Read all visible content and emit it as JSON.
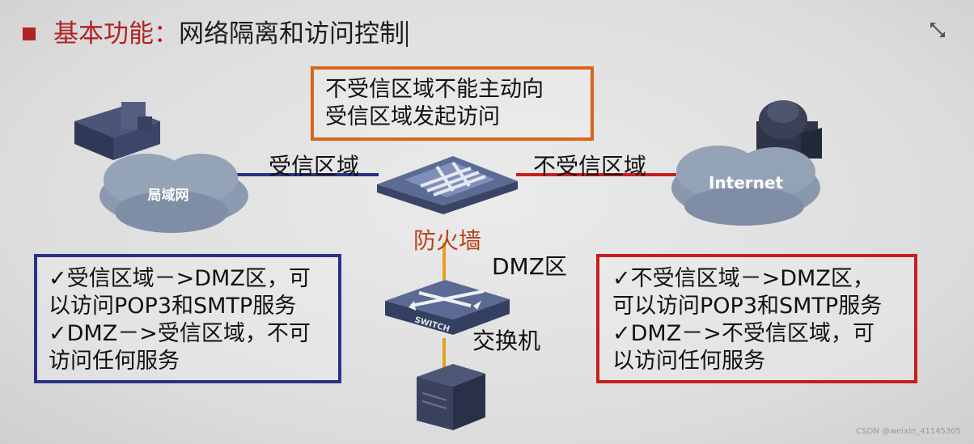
{
  "title": {
    "prefix": "基本功能：",
    "main": "网络隔离和访问控制"
  },
  "top_box": {
    "text": "不受信区域不能主动向\n受信区域发起访问"
  },
  "labels": {
    "trusted_zone": "受信区域",
    "untrusted_zone": "不受信区域",
    "firewall": "防火墙",
    "dmz": "DMZ区",
    "switch": "交换机",
    "lan_cloud": "局域网",
    "internet_cloud": "Internet",
    "switch_device": "SWITCH"
  },
  "left_box": {
    "text": "✓受信区域－>DMZ区，可\n以访问POP3和SMTP服务\n✓DMZ－>受信区域，不可\n访问任何服务"
  },
  "right_box": {
    "text": "✓不受信区域－>DMZ区，\n可以访问POP3和SMTP服务\n✓DMZ－>不受信区域，可\n以访问任何服务"
  },
  "watermark": "CSDN @weixin_41145305",
  "colors": {
    "accent_red": "#b22222",
    "orange": "#d9641c",
    "blue": "#2b3187",
    "red": "#c81e1e",
    "link_orange": "#e8a020"
  }
}
